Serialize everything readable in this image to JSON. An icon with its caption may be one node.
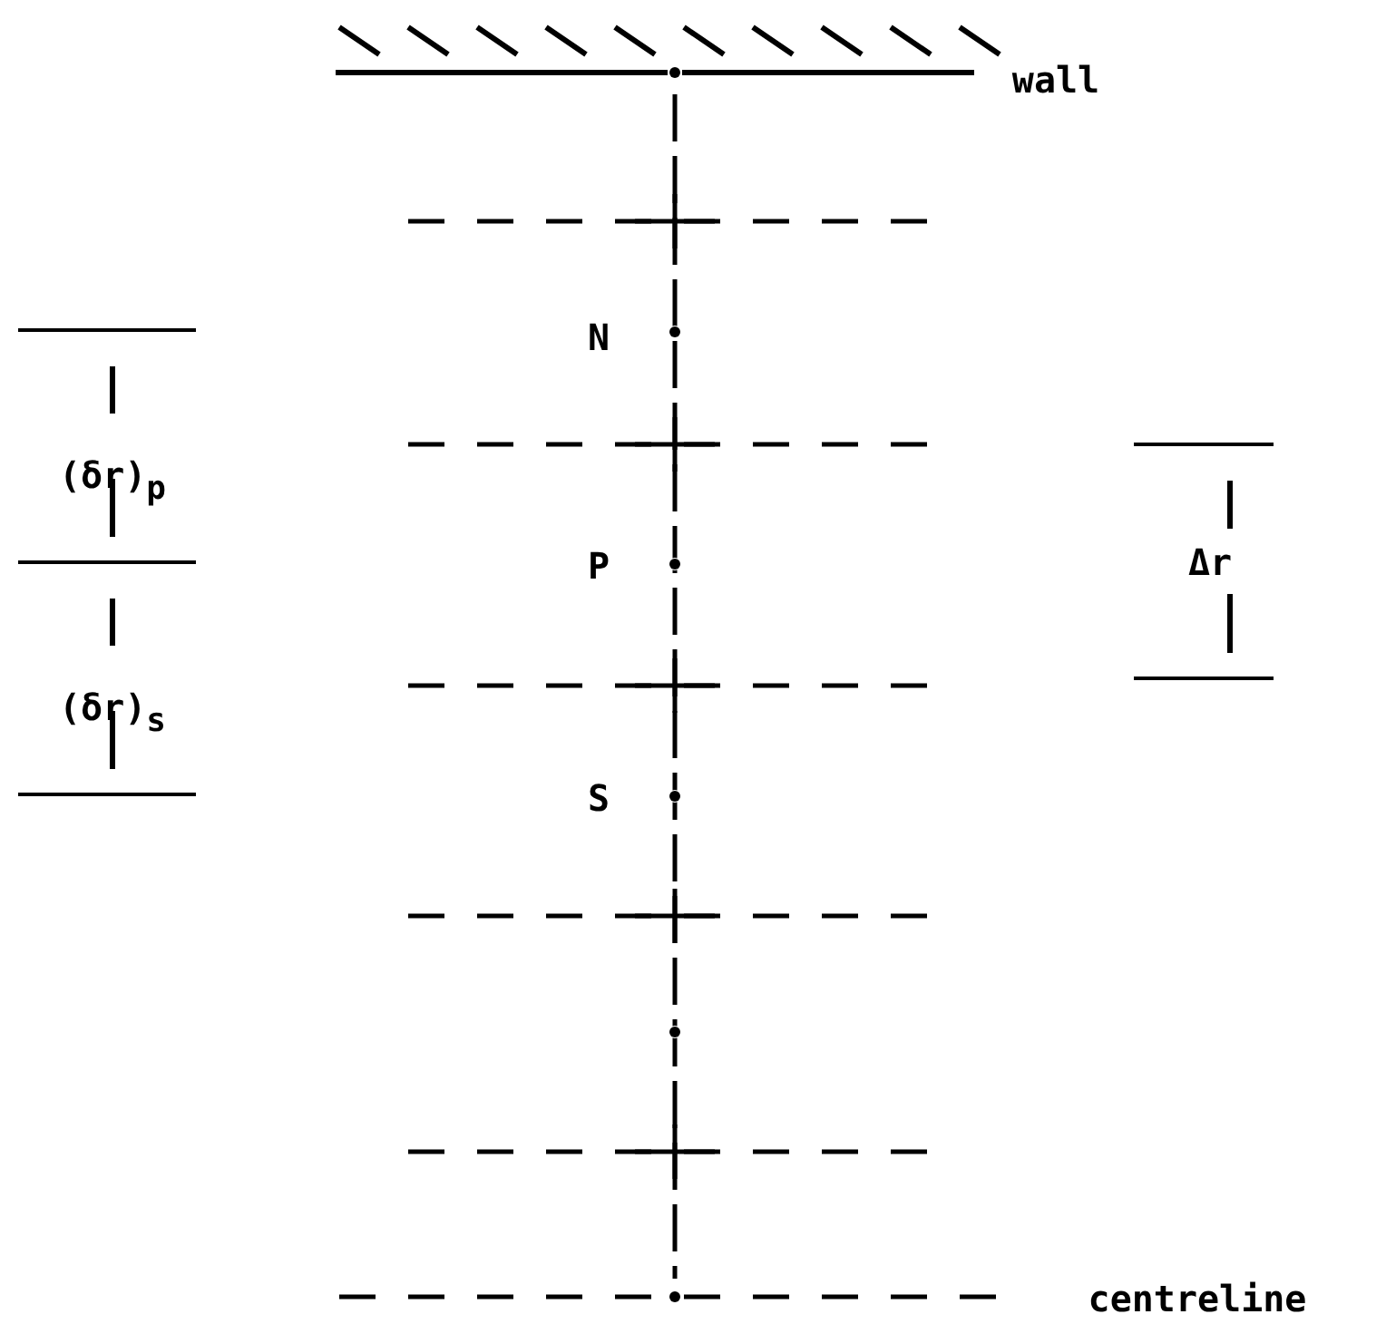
{
  "diagram": {
    "labels": [
      "wall",
      "N",
      "(δr)$_{p}$",
      "P",
      "Δr",
      "(δr)$_{s}$",
      "S",
      "centreline"
    ]
  }
}
